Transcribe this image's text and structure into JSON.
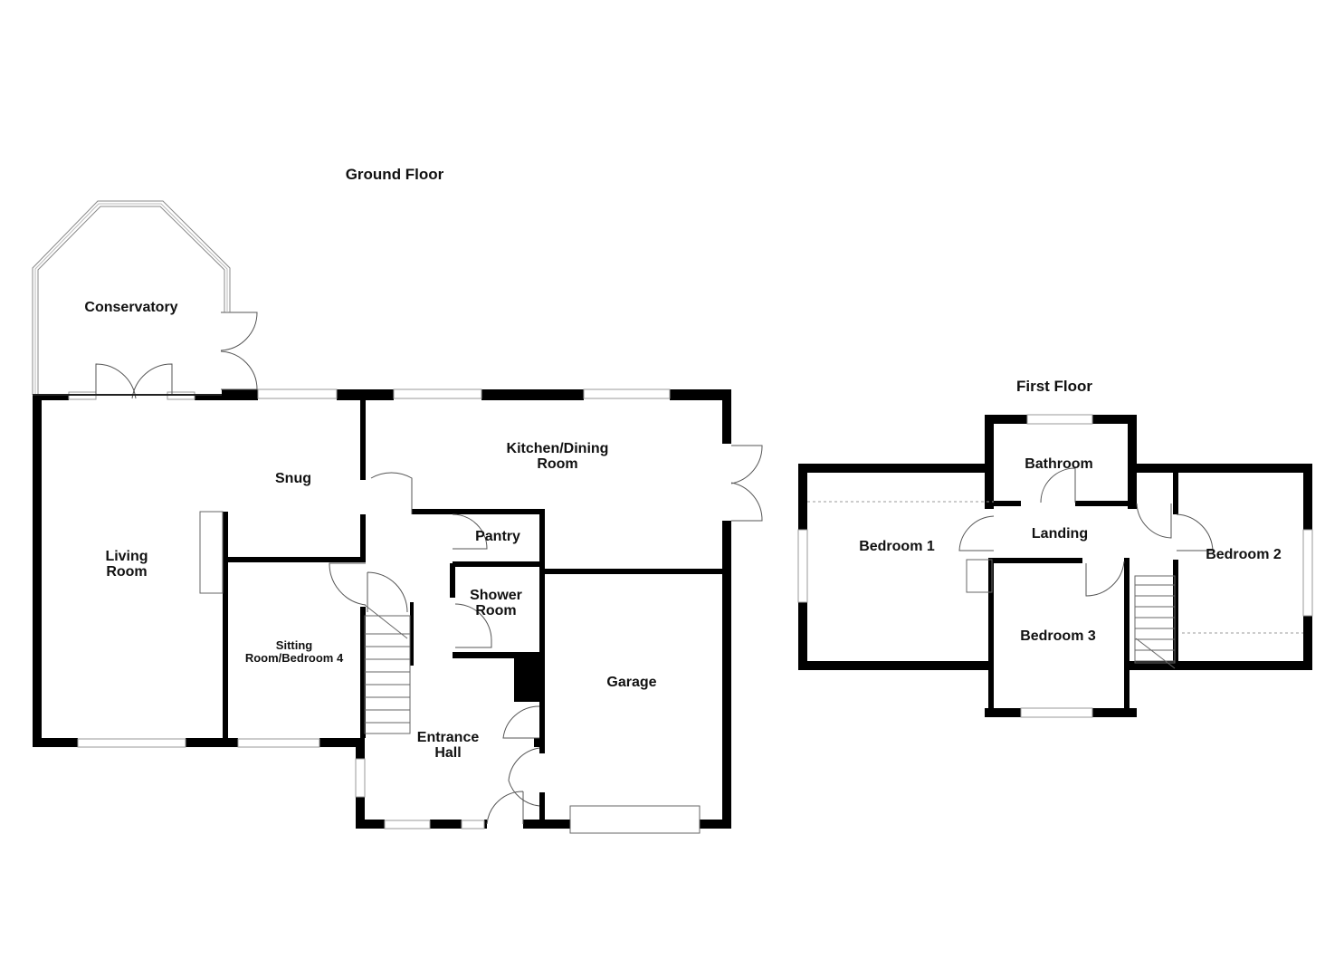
{
  "ground_floor": {
    "title": "Ground Floor",
    "rooms": {
      "conservatory": "Conservatory",
      "living_1": "Living",
      "living_2": "Room",
      "snug": "Snug",
      "kitchen_1": "Kitchen/Dining",
      "kitchen_2": "Room",
      "pantry": "Pantry",
      "shower_1": "Shower",
      "shower_2": "Room",
      "sitting_1": "Sitting",
      "sitting_2": "Room/Bedroom 4",
      "garage": "Garage",
      "hall_1": "Entrance",
      "hall_2": "Hall"
    }
  },
  "first_floor": {
    "title": "First Floor",
    "rooms": {
      "bathroom": "Bathroom",
      "landing": "Landing",
      "bedroom1": "Bedroom 1",
      "bedroom2": "Bedroom 2",
      "bedroom3": "Bedroom 3"
    }
  },
  "colors": {
    "wall": "#000000",
    "window": "#9a9a9a",
    "line": "#555555"
  }
}
